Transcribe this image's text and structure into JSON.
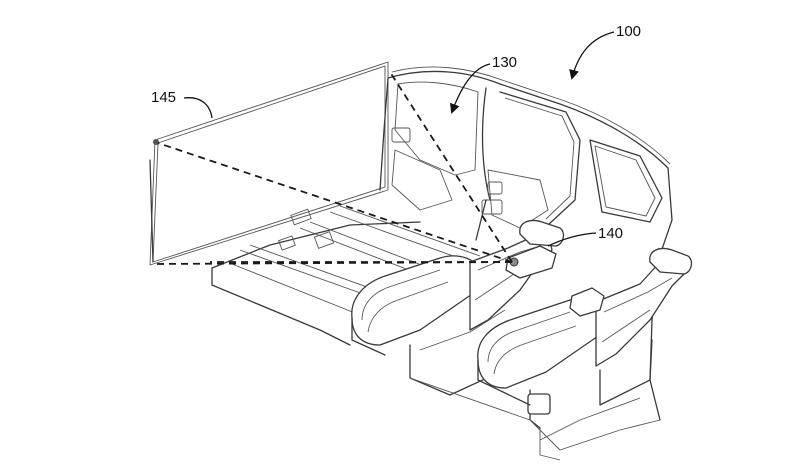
{
  "figure": {
    "reference_labels": {
      "vehicle": "100",
      "cabin_window": "130",
      "projector": "140",
      "screen": "145"
    }
  }
}
